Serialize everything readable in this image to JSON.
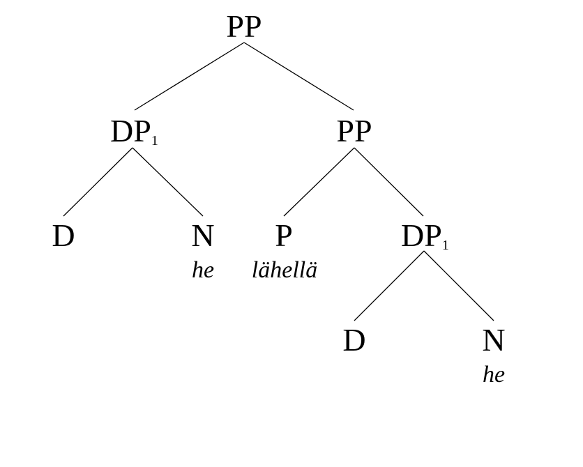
{
  "tree": {
    "root": {
      "label": "PP"
    },
    "dp_left": {
      "label": "DP",
      "index": "1"
    },
    "pp_right": {
      "label": "PP"
    },
    "d_left": {
      "label": "D"
    },
    "n_left": {
      "label": "N",
      "word": "he"
    },
    "p": {
      "label": "P",
      "word": "lähellä"
    },
    "dp_right": {
      "label": "DP",
      "index": "1"
    },
    "d_right": {
      "label": "D"
    },
    "n_right": {
      "label": "N",
      "word": "he"
    }
  }
}
